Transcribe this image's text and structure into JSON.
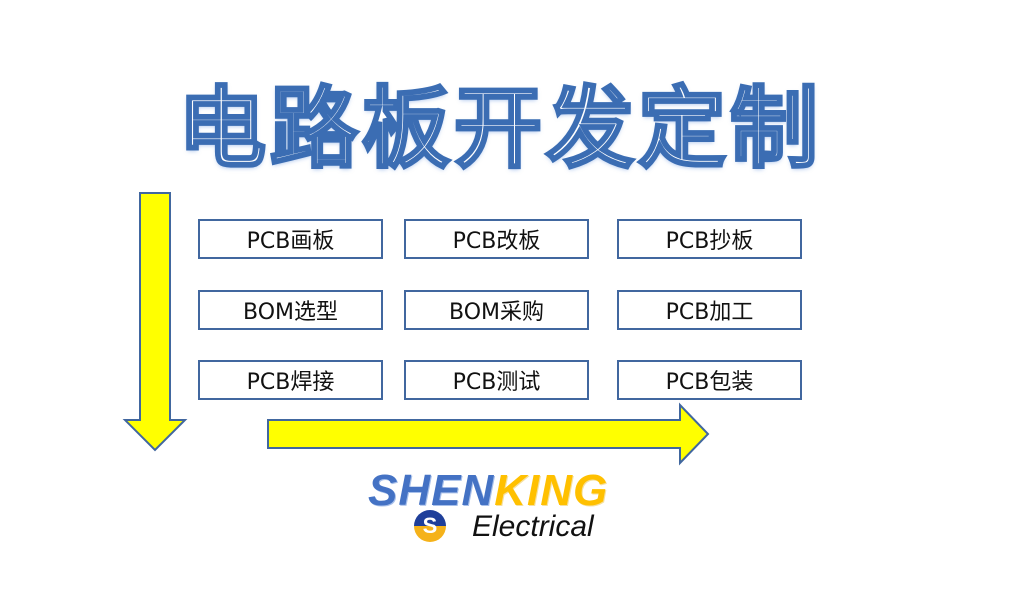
{
  "title": "电路板开发定制",
  "services": [
    [
      "PCB画板",
      "PCB改板",
      "PCB抄板"
    ],
    [
      "BOM选型",
      "BOM采购",
      "PCB加工"
    ],
    [
      "PCB焊接",
      "PCB测试",
      "PCB包装"
    ]
  ],
  "logo": {
    "brand_part1": "SHEN",
    "brand_part2": "KING",
    "subtitle": "Electrical"
  },
  "colors": {
    "arrow_fill": "#ffff00",
    "border": "#41679f",
    "brand_blue": "#4472c4",
    "brand_yellow": "#ffc000"
  }
}
